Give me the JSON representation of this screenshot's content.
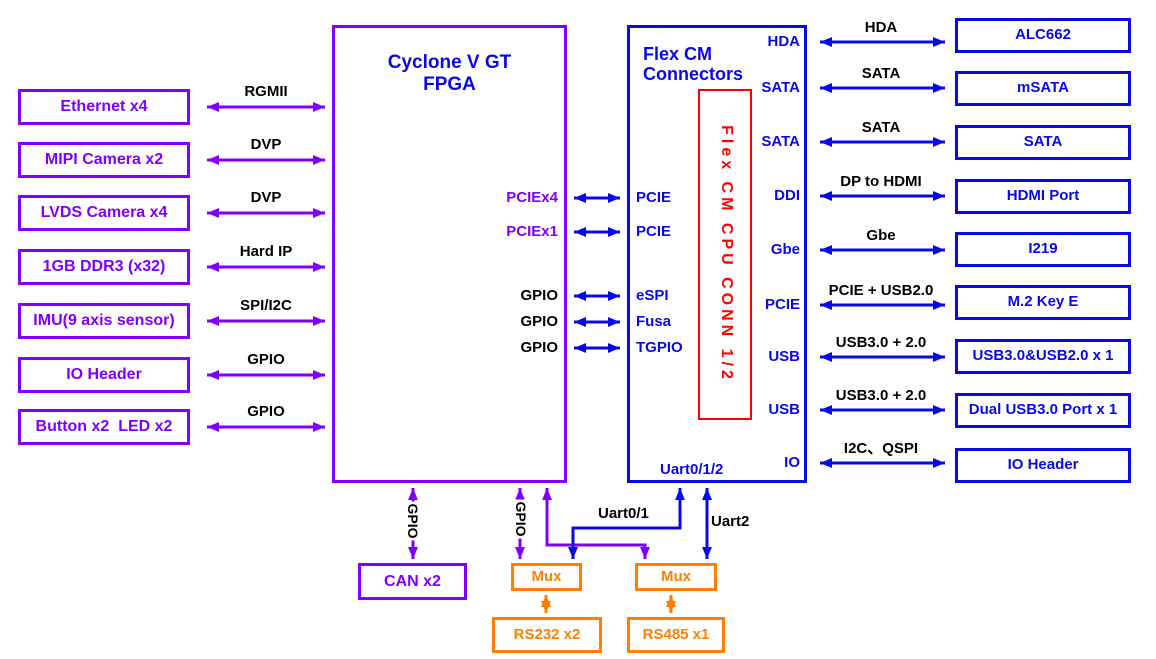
{
  "colors": {
    "purple": "#7F00FF",
    "blue": "#0909E8",
    "red": "#FF0000",
    "orange": "#FF8000",
    "label_black": "#000000",
    "background": "#FFFFFF"
  },
  "fpga": {
    "title": "Cyclone V GT\nFPGA",
    "ports": {
      "p0": "PCIEx4",
      "p1": "PCIEx1",
      "p2": "GPIO",
      "p3": "GPIO",
      "p4": "GPIO"
    }
  },
  "flexcm": {
    "title_line1": "Flex CM",
    "title_line2": "Connectors",
    "cpu_conn_label": "Flex CM CPU CONN 1/2",
    "left_ports": {
      "p0": "PCIE",
      "p1": "PCIE",
      "p2": "eSPI",
      "p3": "Fusa",
      "p4": "TGPIO"
    },
    "right_ports": {
      "p0": "HDA",
      "p1": "SATA",
      "p2": "SATA",
      "p3": "DDI",
      "p4": "Gbe",
      "p5": "PCIE",
      "p6": "USB",
      "p7": "USB",
      "p8": "IO"
    },
    "uart_bottom_label": "Uart0/1/2"
  },
  "left_devices": [
    {
      "label": "Ethernet x4",
      "bus": "RGMII"
    },
    {
      "label": "MIPI Camera x2",
      "bus": "DVP"
    },
    {
      "label": "LVDS Camera x4",
      "bus": "DVP"
    },
    {
      "label": "1GB DDR3 (x32)",
      "bus": "Hard IP"
    },
    {
      "label": "IMU(9 axis sensor)",
      "bus": "SPI/I2C"
    },
    {
      "label": "IO Header",
      "bus": "GPIO"
    },
    {
      "label": "Button x2  LED x2",
      "bus": "GPIO"
    }
  ],
  "right_devices": [
    {
      "label": "ALC662",
      "bus": "HDA"
    },
    {
      "label": "mSATA",
      "bus": "SATA"
    },
    {
      "label": "SATA",
      "bus": "SATA"
    },
    {
      "label": "HDMI Port",
      "bus": "DP to HDMI"
    },
    {
      "label": "I219",
      "bus": "Gbe"
    },
    {
      "label": "M.2 Key E",
      "bus": "PCIE + USB2.0"
    },
    {
      "label": "USB3.0&USB2.0 x 1",
      "bus": "USB3.0 + 2.0"
    },
    {
      "label": "Dual USB3.0 Port x 1",
      "bus": "USB3.0 + 2.0"
    },
    {
      "label": "IO Header",
      "bus": "I2C、QSPI"
    }
  ],
  "bottom": {
    "can": "CAN x2",
    "gpio1": "GPIO",
    "gpio2": "GPIO",
    "mux1": "Mux",
    "mux2": "Mux",
    "rs232": "RS232 x2",
    "rs485": "RS485 x1",
    "uart01": "Uart0/1",
    "uart2": "Uart2"
  }
}
